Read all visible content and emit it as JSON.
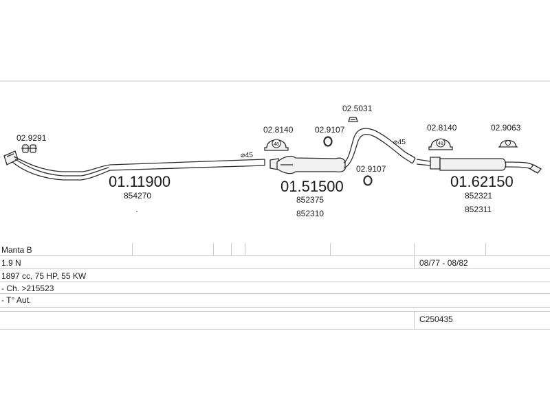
{
  "parts": {
    "front_pipe_clamp": "02.9291",
    "front_pipe_main": "01.11900",
    "front_pipe_sub": "854270",
    "diameter_label": "⌀45",
    "middle_hanger": "02.8140",
    "middle_clamp_a": "02.9107",
    "middle_hanger_top": "02.5031",
    "middle_clamp_b": "02.9107",
    "middle_main": "01.51500",
    "middle_sub_1": "852375",
    "middle_sub_2": "852310",
    "rear_hanger": "02.8140",
    "rear_clamp": "02.9063",
    "rear_main": "01.62150",
    "rear_sub_1": "852321",
    "rear_sub_2": "852311",
    "hanger_code": "48"
  },
  "vehicle": {
    "model": "Manta B",
    "engine": "1.9 N",
    "years": "08/77 - 08/82",
    "specs": "1897 cc, 75 HP, 55 KW",
    "chassis": "- Ch. >215523",
    "transmission": "- T° Aut.",
    "catalog_code": "C250435"
  },
  "colors": {
    "line": "#2a2a2a",
    "pipe_fill": "#f2f2f2",
    "table_border": "#c8c8c8"
  }
}
